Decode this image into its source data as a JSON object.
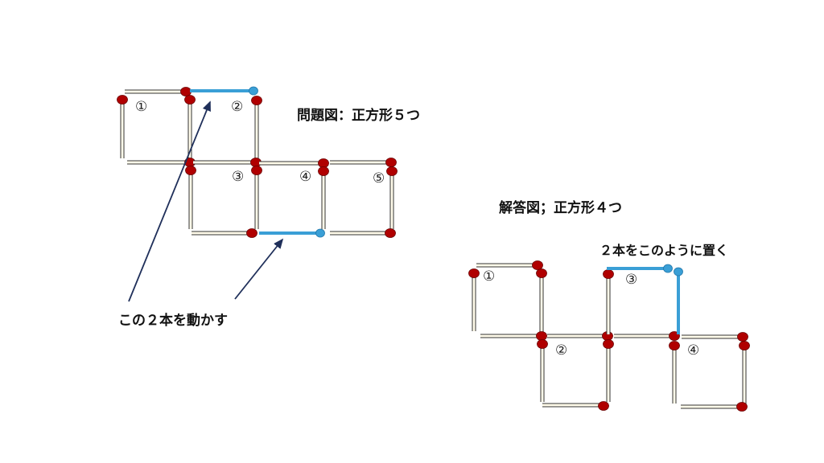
{
  "problem": {
    "title": "問題図：正方形５つ",
    "caption": "この２本を動かす",
    "square_labels": [
      "①",
      "②",
      "③",
      "④",
      "⑤"
    ]
  },
  "answer": {
    "title": "解答図；正方形４つ",
    "caption": "２本をこのように置く",
    "square_labels": [
      "①",
      "②",
      "③",
      "④"
    ]
  },
  "colors": {
    "match_body": "#fffbea",
    "match_outline": "#333333",
    "match_head": "#b00000",
    "moved_match": "#3a9fd6",
    "arrow": "#1f2f5a"
  }
}
